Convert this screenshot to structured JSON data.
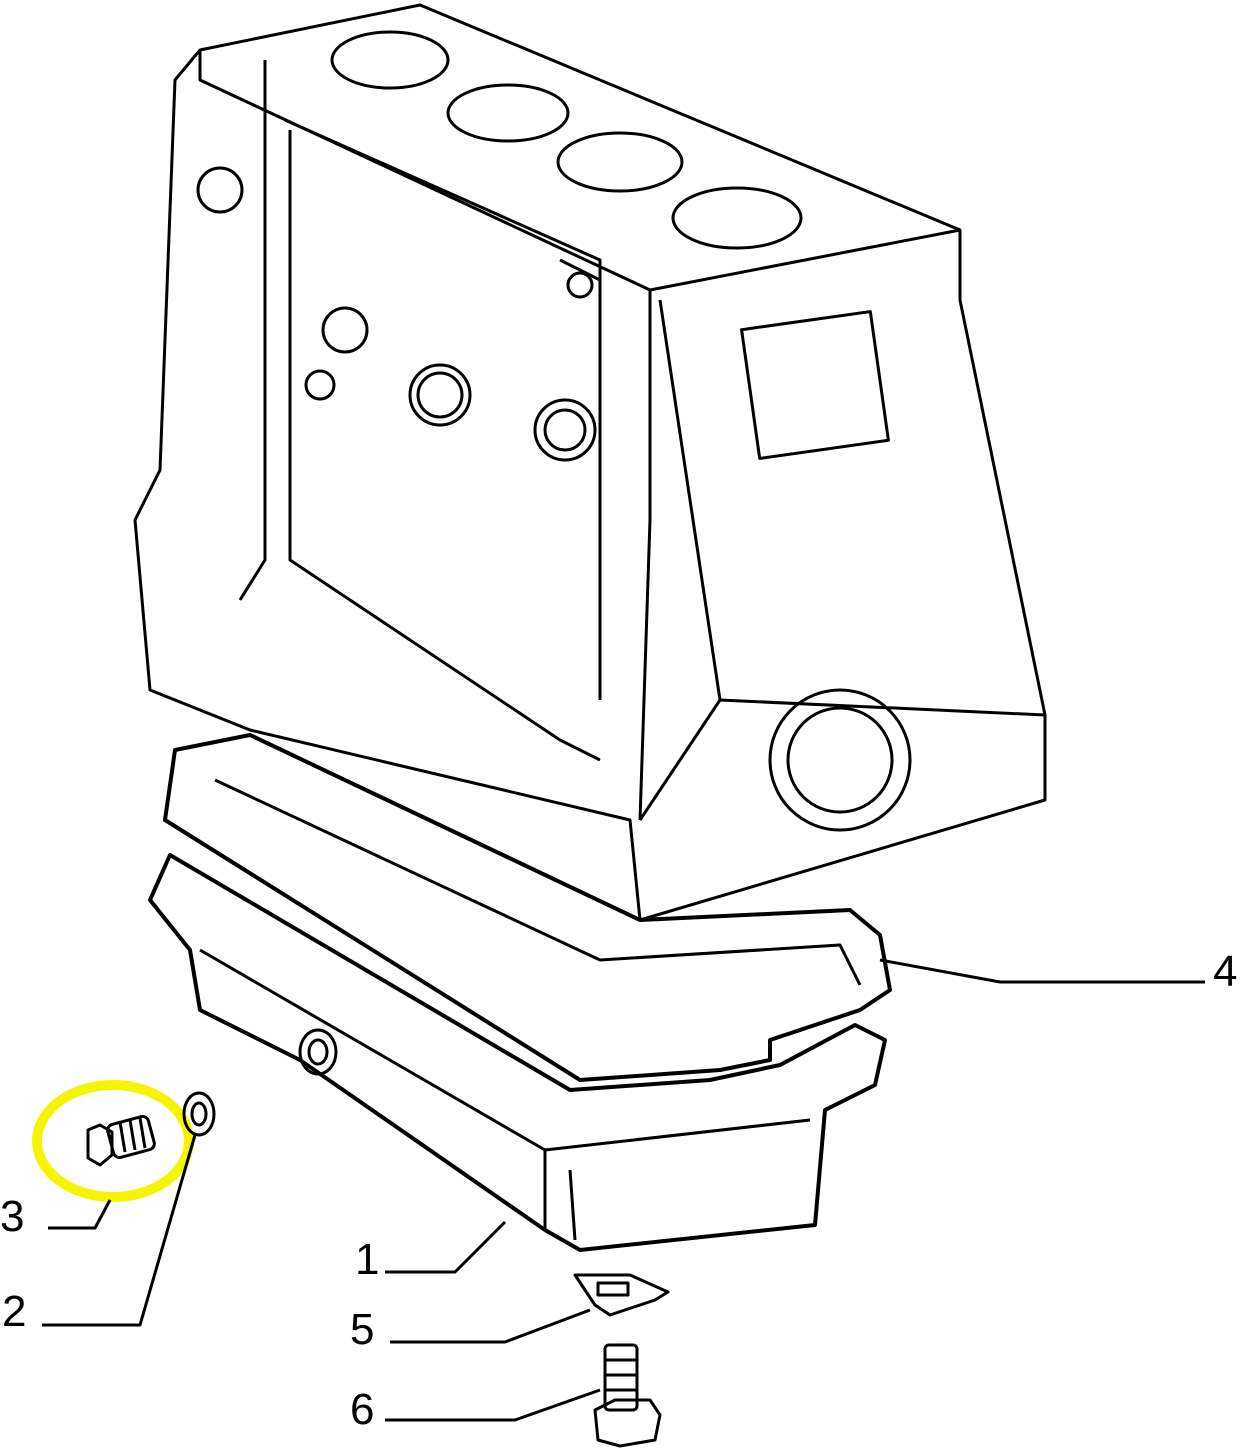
{
  "diagram": {
    "colors": {
      "line": "#000000",
      "highlight": "#f5f500"
    },
    "callouts": [
      {
        "id": "1",
        "label": "1",
        "part": "oil-sump"
      },
      {
        "id": "2",
        "label": "2",
        "part": "washer"
      },
      {
        "id": "3",
        "label": "3",
        "part": "drain-plug",
        "highlighted": true
      },
      {
        "id": "4",
        "label": "4",
        "part": "sump-gasket"
      },
      {
        "id": "5",
        "label": "5",
        "part": "bracket"
      },
      {
        "id": "6",
        "label": "6",
        "part": "bolt"
      }
    ]
  }
}
